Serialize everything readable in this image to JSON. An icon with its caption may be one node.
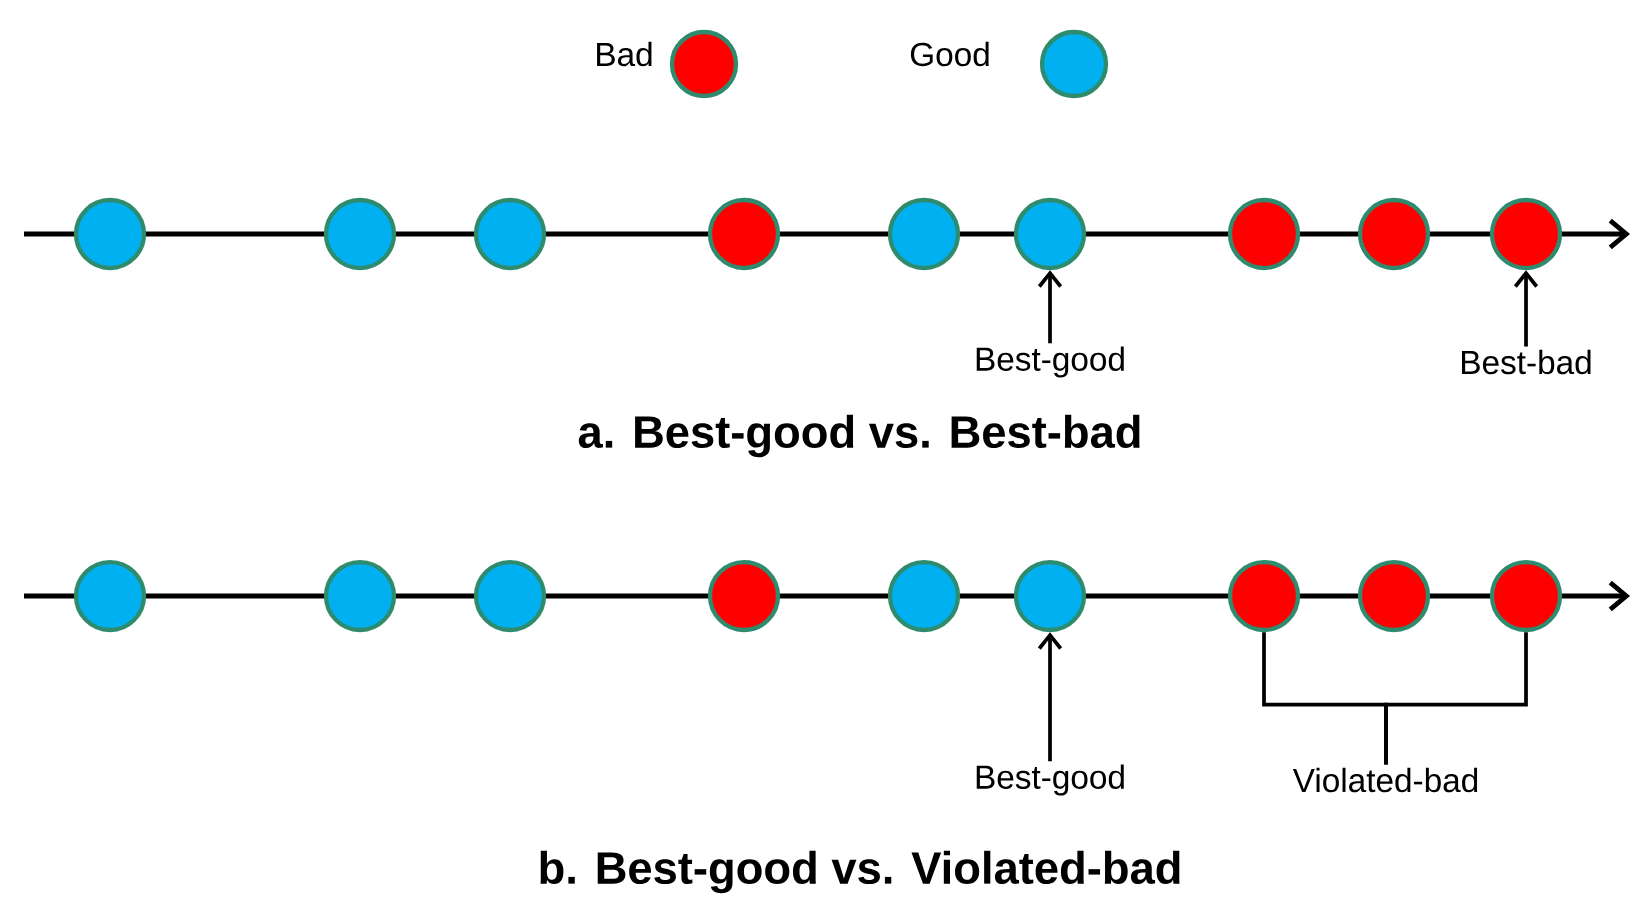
{
  "diagram": {
    "nodes": [
      {
        "text": [],
        "shape": "circle"
      },
      {
        "text": [],
        "shape": "circle"
      },
      {
        "text": [],
        "shape": "circle"
      },
      {
        "text": [],
        "shape": "circle"
      },
      {
        "text": [],
        "shape": "circle"
      },
      {
        "text": [],
        "shape": "circle"
      },
      {
        "text": [],
        "shape": "circle"
      },
      {
        "text": [],
        "shape": "circle"
      },
      {
        "text": [],
        "shape": "circle"
      },
      {
        "text": [
          "Best-good"
        ]
      },
      {
        "text": [
          "Best-bad"
        ]
      },
      {
        "text": [],
        "shape": "circle"
      },
      {
        "text": [],
        "shape": "circle"
      },
      {
        "text": [],
        "shape": "circle"
      },
      {
        "text": [],
        "shape": "circle"
      },
      {
        "text": [],
        "shape": "circle"
      },
      {
        "text": [],
        "shape": "circle"
      },
      {
        "text": [],
        "shape": "circle"
      },
      {
        "text": [],
        "shape": "circle"
      },
      {
        "text": [],
        "shape": "circle"
      },
      {
        "text": [
          "Best-good"
        ]
      },
      {
        "text": [
          "Violated-bad"
        ]
      }
    ],
    "edges": [
      {
        "from": 9,
        "to": 5,
        "arrow": "to"
      },
      {
        "from": 10,
        "to": 8,
        "arrow": "to"
      },
      {
        "from": 20,
        "to": 16,
        "arrow": "to"
      },
      {
        "from": 21,
        "to": 17,
        "arrow": "none"
      },
      {
        "from": 21,
        "to": 19,
        "arrow": "none"
      }
    ],
    "labels": [
      "a. Best-good vs. Best-bad",
      "b. Best-good vs. Violated-bad"
    ],
    "legend": [
      {
        "text": "Bad",
        "color": "#ff0000"
      },
      {
        "text": "Good",
        "color": "#00b0f0"
      }
    ]
  }
}
